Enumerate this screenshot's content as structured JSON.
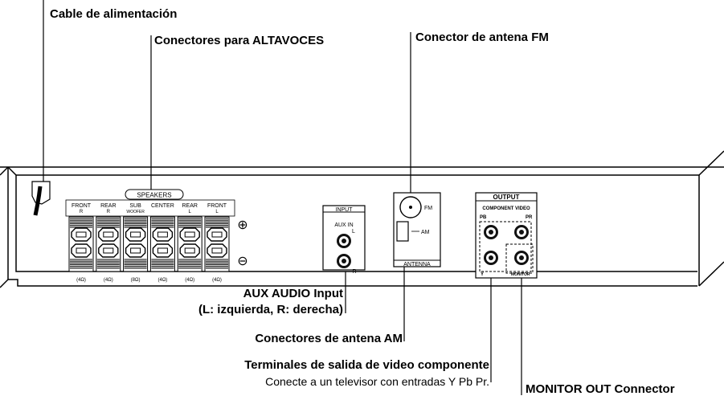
{
  "callouts": {
    "power_cable": "Cable de alimentación",
    "speaker_connectors": "Conectores para ALTAVOCES",
    "fm_antenna": "Conector de antena FM",
    "aux_audio_line1": "AUX AUDIO Input",
    "aux_audio_line2": "(L: izquierda, R: derecha)",
    "am_antenna": "Conectores de antena AM",
    "component_video_title": "Terminales de salida de video componente",
    "component_video_desc": "Conecte a un televisor con entradas Y Pb Pr.",
    "monitor_out": "MONITOR OUT Connector"
  },
  "panel": {
    "speakers_label": "SPEAKERS",
    "speaker_channels": [
      {
        "top": "FRONT",
        "sub": "R",
        "ohm": "(4Ω)"
      },
      {
        "top": "REAR",
        "sub": "R",
        "ohm": "(4Ω)"
      },
      {
        "top": "SUB",
        "sub": "WOOFER",
        "ohm": "(8Ω)"
      },
      {
        "top": "CENTER",
        "sub": "",
        "ohm": "(4Ω)"
      },
      {
        "top": "REAR",
        "sub": "L",
        "ohm": "(4Ω)"
      },
      {
        "top": "FRONT",
        "sub": "L",
        "ohm": "(4Ω)"
      }
    ],
    "plus_symbol": "⊕",
    "minus_symbol": "⊖",
    "input_label": "INPUT",
    "aux_in_label": "AUX IN",
    "l_label": "L",
    "r_label": "R",
    "fm_label": "FM",
    "am_label": "AM",
    "antenna_label": "ANTENNA",
    "output_label": "OUTPUT",
    "component_video_label": "COMPONENT VIDEO",
    "pb_label": "PB",
    "pr_label": "PR",
    "y_label": "Y",
    "monitor_label": "MONITOR"
  }
}
